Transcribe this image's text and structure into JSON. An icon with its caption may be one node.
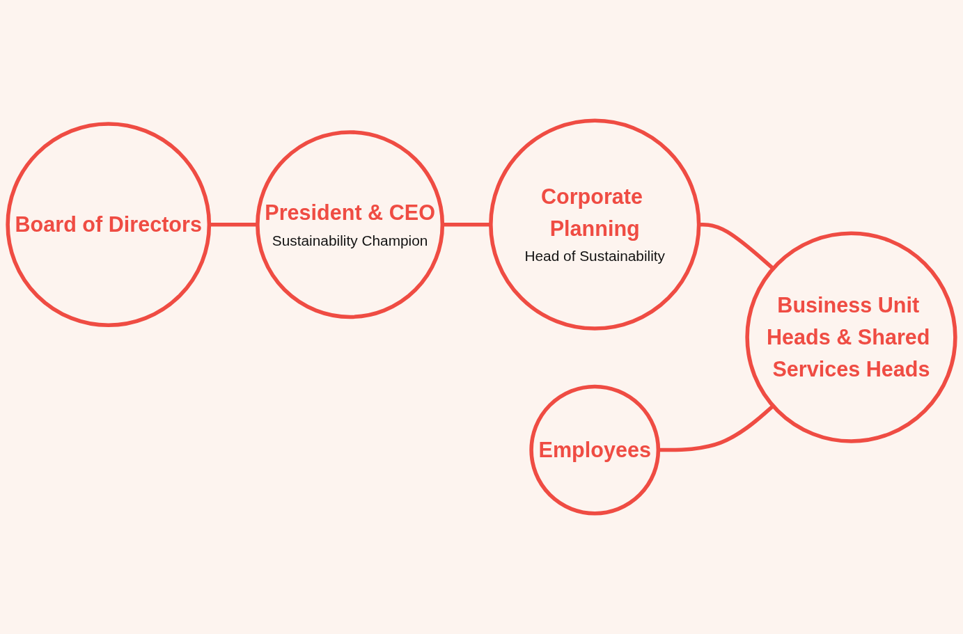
{
  "diagram": {
    "nodes": [
      {
        "text": [
          "Board of Directors"
        ]
      },
      {
        "text": [
          "President & CEO",
          "Sustainability Champion"
        ]
      },
      {
        "text": [
          "Corporate Planning",
          "Head of Sustainability"
        ]
      },
      {
        "text": [
          "Employees"
        ]
      },
      {
        "text": [
          "Business Unit Heads & Shared Services Heads"
        ]
      }
    ],
    "edges": [
      {
        "from": 0,
        "to": 1,
        "arrow": "none"
      },
      {
        "from": 1,
        "to": 2,
        "arrow": "none"
      },
      {
        "from": 2,
        "to": 4,
        "arrow": "none"
      },
      {
        "from": 3,
        "to": 4,
        "arrow": "none"
      }
    ]
  }
}
